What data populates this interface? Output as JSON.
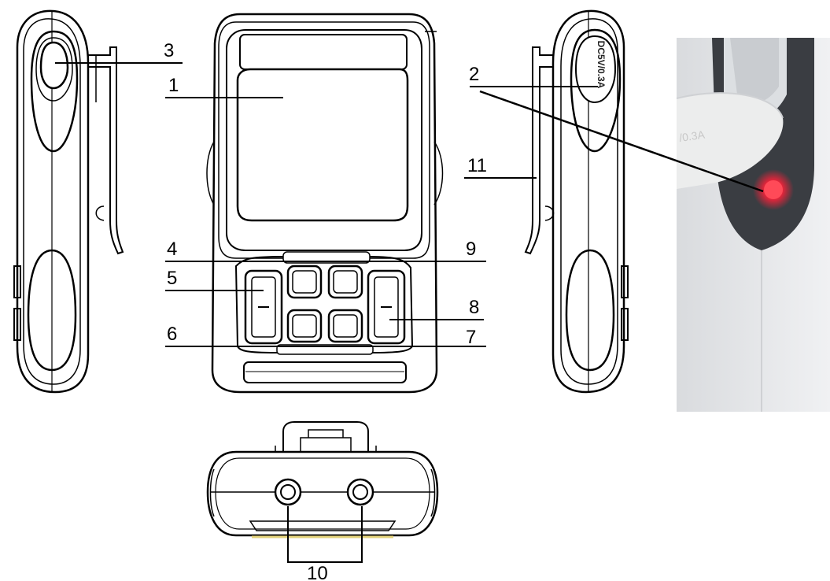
{
  "callouts": {
    "c1": "1",
    "c2": "2",
    "c3": "3",
    "c4": "4",
    "c5": "5",
    "c6": "6",
    "c7": "7",
    "c8": "8",
    "c9": "9",
    "c10": "10",
    "c11": "11"
  },
  "device_label": "DC5V/0.3A",
  "photo_label": "/0.3A",
  "colors": {
    "line": "#000000",
    "device_fill": "#ffffff",
    "led": "#e8243a",
    "photo_bg": "#e9eaec",
    "photo_slot": "#3a3d42"
  }
}
